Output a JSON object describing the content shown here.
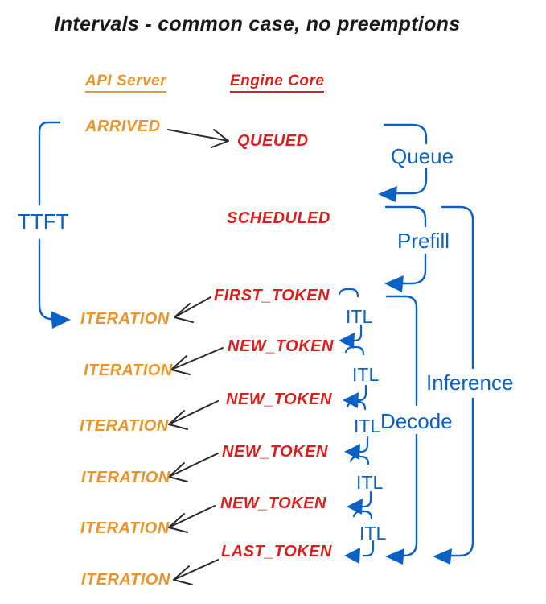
{
  "title": "Intervals - common case, no preemptions",
  "columns": {
    "api_server": "API Server",
    "engine_core": "Engine Core"
  },
  "events": {
    "arrived": "ARRIVED",
    "queued": "QUEUED",
    "scheduled": "SCHEDULED",
    "first_token": "FIRST_TOKEN",
    "new_token": "NEW_TOKEN",
    "last_token": "LAST_TOKEN",
    "iteration": "ITERATION"
  },
  "intervals": {
    "ttft": "TTFT",
    "queue": "Queue",
    "prefill": "Prefill",
    "itl": "ITL",
    "decode": "Decode",
    "inference": "Inference"
  },
  "counts": {
    "iteration_labels": 6,
    "new_token_labels": 4,
    "itl_labels": 5
  },
  "colors": {
    "api_server_orange": "#E8962C",
    "engine_core_red": "#DB1E1E",
    "interval_blue": "#0C61C4",
    "arrow_black": "#2B2B2B",
    "background": "#FFFFFF"
  }
}
